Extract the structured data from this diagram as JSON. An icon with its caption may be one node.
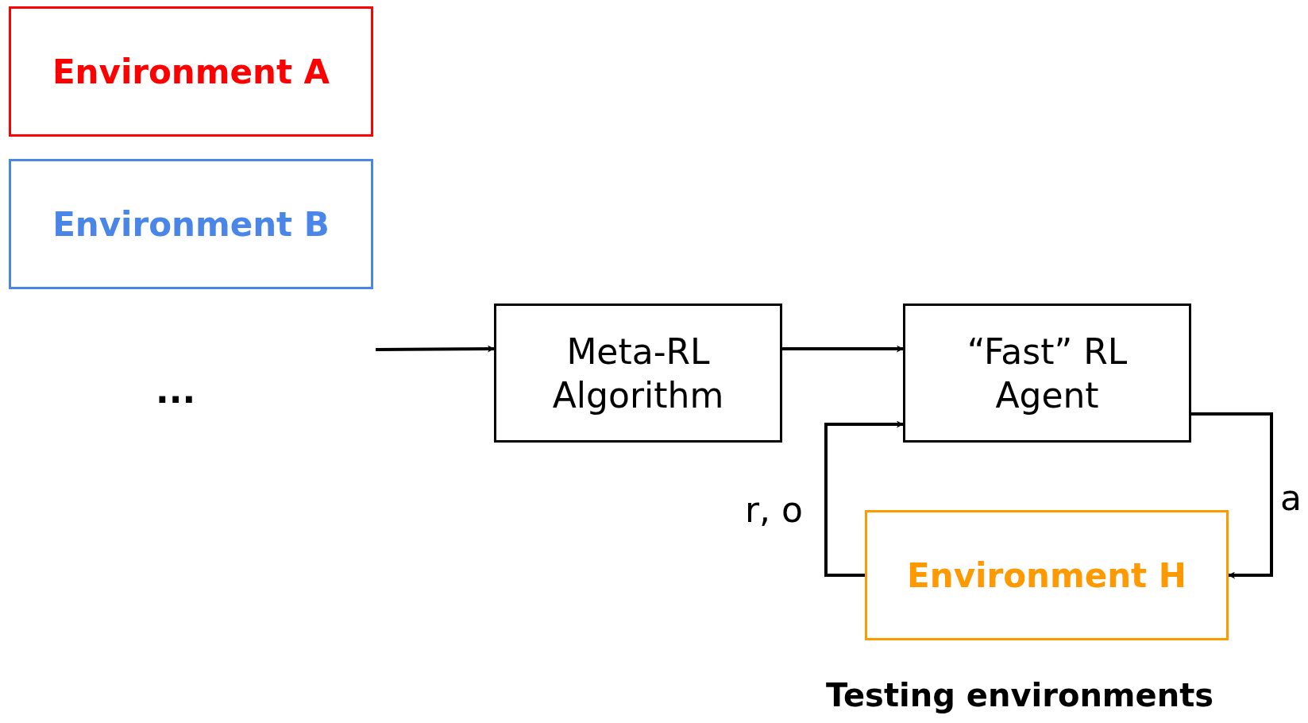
{
  "diagram": {
    "nodes": [
      {
        "text": [
          "Environment A"
        ]
      },
      {
        "text": [
          "Environment B"
        ]
      },
      {
        "text": [
          "Meta-RL Algorithm"
        ]
      },
      {
        "text": [
          "“Fast” RL Agent"
        ]
      },
      {
        "text": [
          "Environment H"
        ]
      }
    ],
    "edges": [
      {
        "from": null,
        "to": 2,
        "arrow": "to"
      },
      {
        "from": 2,
        "to": 3,
        "arrow": "to"
      },
      {
        "from": 3,
        "to": 4,
        "arrow": "to",
        "label": "a"
      },
      {
        "from": 4,
        "to": 3,
        "arrow": "to",
        "label": "r, o"
      }
    ],
    "labels": [
      "...",
      "Testing environments"
    ]
  }
}
